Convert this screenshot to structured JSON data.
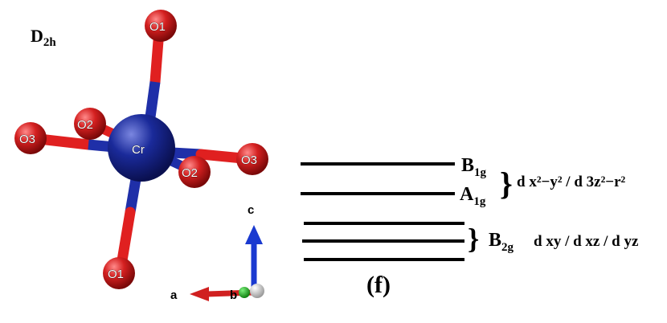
{
  "point_group": {
    "main": "D",
    "sub": "2h"
  },
  "center_atom": "Cr",
  "ligands": [
    "O1",
    "O1",
    "O2",
    "O2",
    "O3",
    "O3"
  ],
  "axes": {
    "a": "a",
    "b": "b",
    "c": "c"
  },
  "panel_label": "(f)",
  "levels": {
    "upper_group": {
      "states": [
        {
          "main": "B",
          "sub": "1g"
        },
        {
          "main": "A",
          "sub": "1g"
        }
      ],
      "orbitals": "d x²−y² / d 3z²−r²"
    },
    "lower_group": {
      "state": {
        "main": "B",
        "sub": "2g"
      },
      "orbitals": "d xy / d xz / d yz"
    }
  },
  "colors": {
    "oxygen": "#d42020",
    "chromium": "#1a2a9a",
    "bond_blue": "#1f2fa8",
    "bond_red": "#e02020",
    "axis_c": "#1a3ad0",
    "axis_a": "#d02020",
    "axis_b": "#20b020"
  }
}
